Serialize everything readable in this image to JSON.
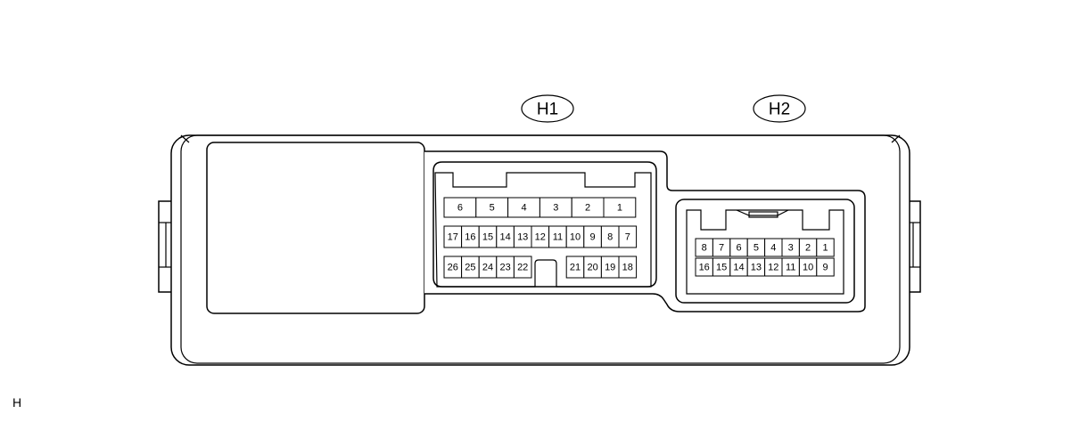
{
  "connectors": {
    "h1": {
      "label": "H1",
      "rows": [
        [
          "6",
          "5",
          "4",
          "3",
          "2",
          "1"
        ],
        [
          "17",
          "16",
          "15",
          "14",
          "13",
          "12",
          "11",
          "10",
          "9",
          "8",
          "7"
        ],
        [
          "26",
          "25",
          "24",
          "23",
          "22",
          "",
          "",
          "21",
          "20",
          "19",
          "18"
        ]
      ]
    },
    "h2": {
      "label": "H2",
      "rows": [
        [
          "8",
          "7",
          "6",
          "5",
          "4",
          "3",
          "2",
          "1"
        ],
        [
          "16",
          "15",
          "14",
          "13",
          "12",
          "11",
          "10",
          "9"
        ]
      ]
    }
  },
  "corner_code": "H"
}
